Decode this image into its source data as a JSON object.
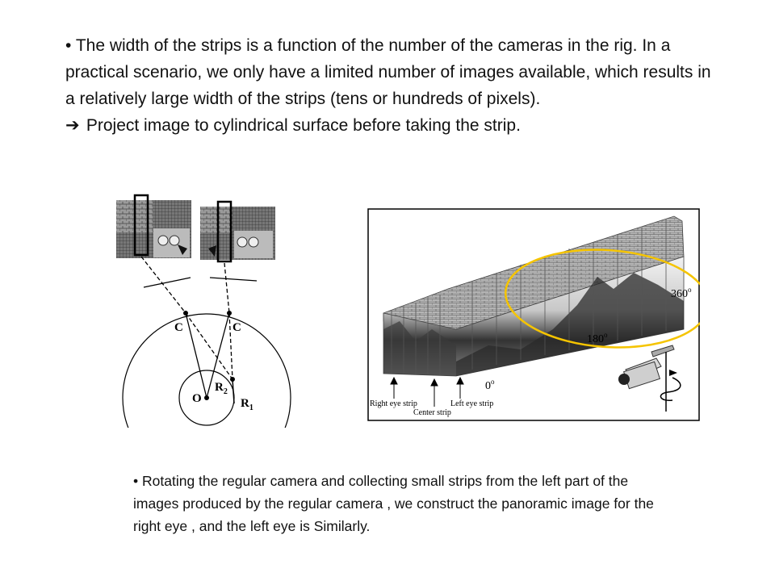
{
  "top_paragraph": {
    "bullet": "•",
    "text": "The width of the strips is a function of the number of the cameras in the rig. In a practical scenario, we only have a limited number of images available, which results in a relatively large width of the strips (tens or hundreds of pixels).",
    "arrow_icon": "right-arrow-icon",
    "arrow": "",
    "arrow_text": "Project image to cylindrical surface before taking the strip."
  },
  "left_figure": {
    "point_C_left": "C",
    "point_C_right": "C",
    "point_O": "O",
    "point_R2": "R",
    "point_R2_sub": "2",
    "point_R1": "R",
    "point_R1_sub": "1"
  },
  "right_figure": {
    "angle_360": "360",
    "angle_180": "180",
    "angle_0": "0",
    "degree_mark": "o",
    "label_right_eye": "Right eye strip",
    "label_center": "Center strip",
    "label_left_eye": "Left eye strip",
    "highlight_color": "#f5c400"
  },
  "bottom_paragraph": {
    "bullet": "•",
    "text": "Rotating the regular camera and collecting small strips from the left part of the images produced by the regular camera , we construct the panoramic image for the right eye , and the left eye is Similarly."
  }
}
